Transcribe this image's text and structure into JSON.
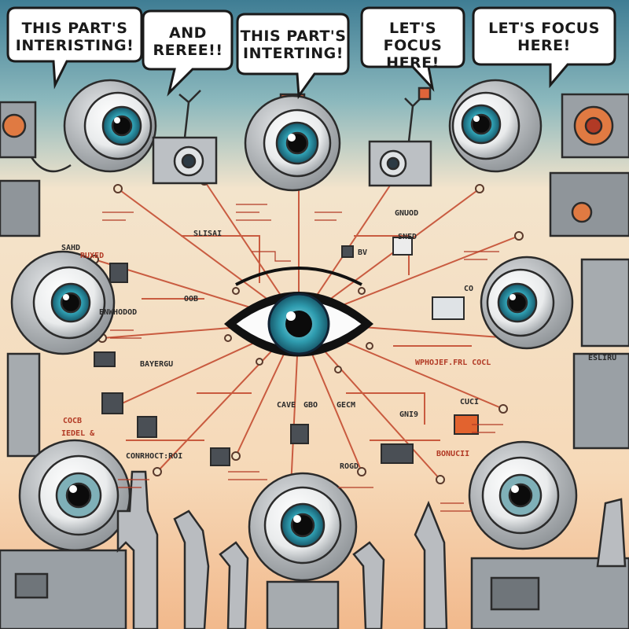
{
  "speech_bubbles": [
    {
      "line1": "THIS PART'S",
      "line2": "INTERISTING!"
    },
    {
      "line1": "AND",
      "line2": "REREE!!"
    },
    {
      "line1": "THIS PART'S",
      "line2": "INTERTING!"
    },
    {
      "line1": "LET'S FOCUS",
      "line2": "HERE!"
    },
    {
      "line1": "LET'S FOCUS",
      "line2": "HERE!"
    }
  ],
  "labels": {
    "slisai": "SLISAI",
    "sahd": "SAHD",
    "ruxed": "RUXED",
    "gnuod": "GNUOD",
    "sned": "SNED",
    "enwhodod": "ENWHODOD",
    "bayergu": "BAYERGU",
    "cave": "CAVE",
    "gbo": "GBO",
    "gecm": "GECM",
    "cocb": "COCB",
    "iedel": "IEDEL &",
    "conrhoct": "CONRHOCT:ROI",
    "wrhoje": "WPHOJEF.FRL COCL",
    "cuci": "CUCI",
    "gnig": "GNI9",
    "bonucii": "BONUCII",
    "rogd": "ROGD",
    "bv": "BV",
    "oob": "OOB",
    "co": "CO",
    "esliru": "ESLIRU"
  },
  "colors": {
    "sky_top": "#3f7d94",
    "sky_mid": "#a9c9c6",
    "paper": "#f7e7d0",
    "paper_bottom": "#f2b98c",
    "wire": "#c2452a",
    "iris": "#2f9db0",
    "metal": "#b9bcc0"
  }
}
